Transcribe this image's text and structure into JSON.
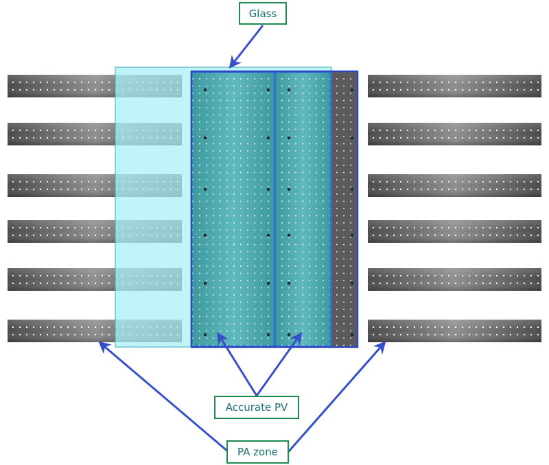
{
  "labels": {
    "glass": "Glass",
    "accurate_pv": "Accurate PV",
    "pa_zone": "PA zone"
  },
  "colors": {
    "glass_fill": "#a9f2f6",
    "pv_fill": "#3c9fa3",
    "arrow": "#3550c8",
    "label_border": "#1e8a4e",
    "label_text": "#1b6e6e",
    "strip_dark": "#4a4a4a",
    "strip_light": "#8e8e8e"
  }
}
